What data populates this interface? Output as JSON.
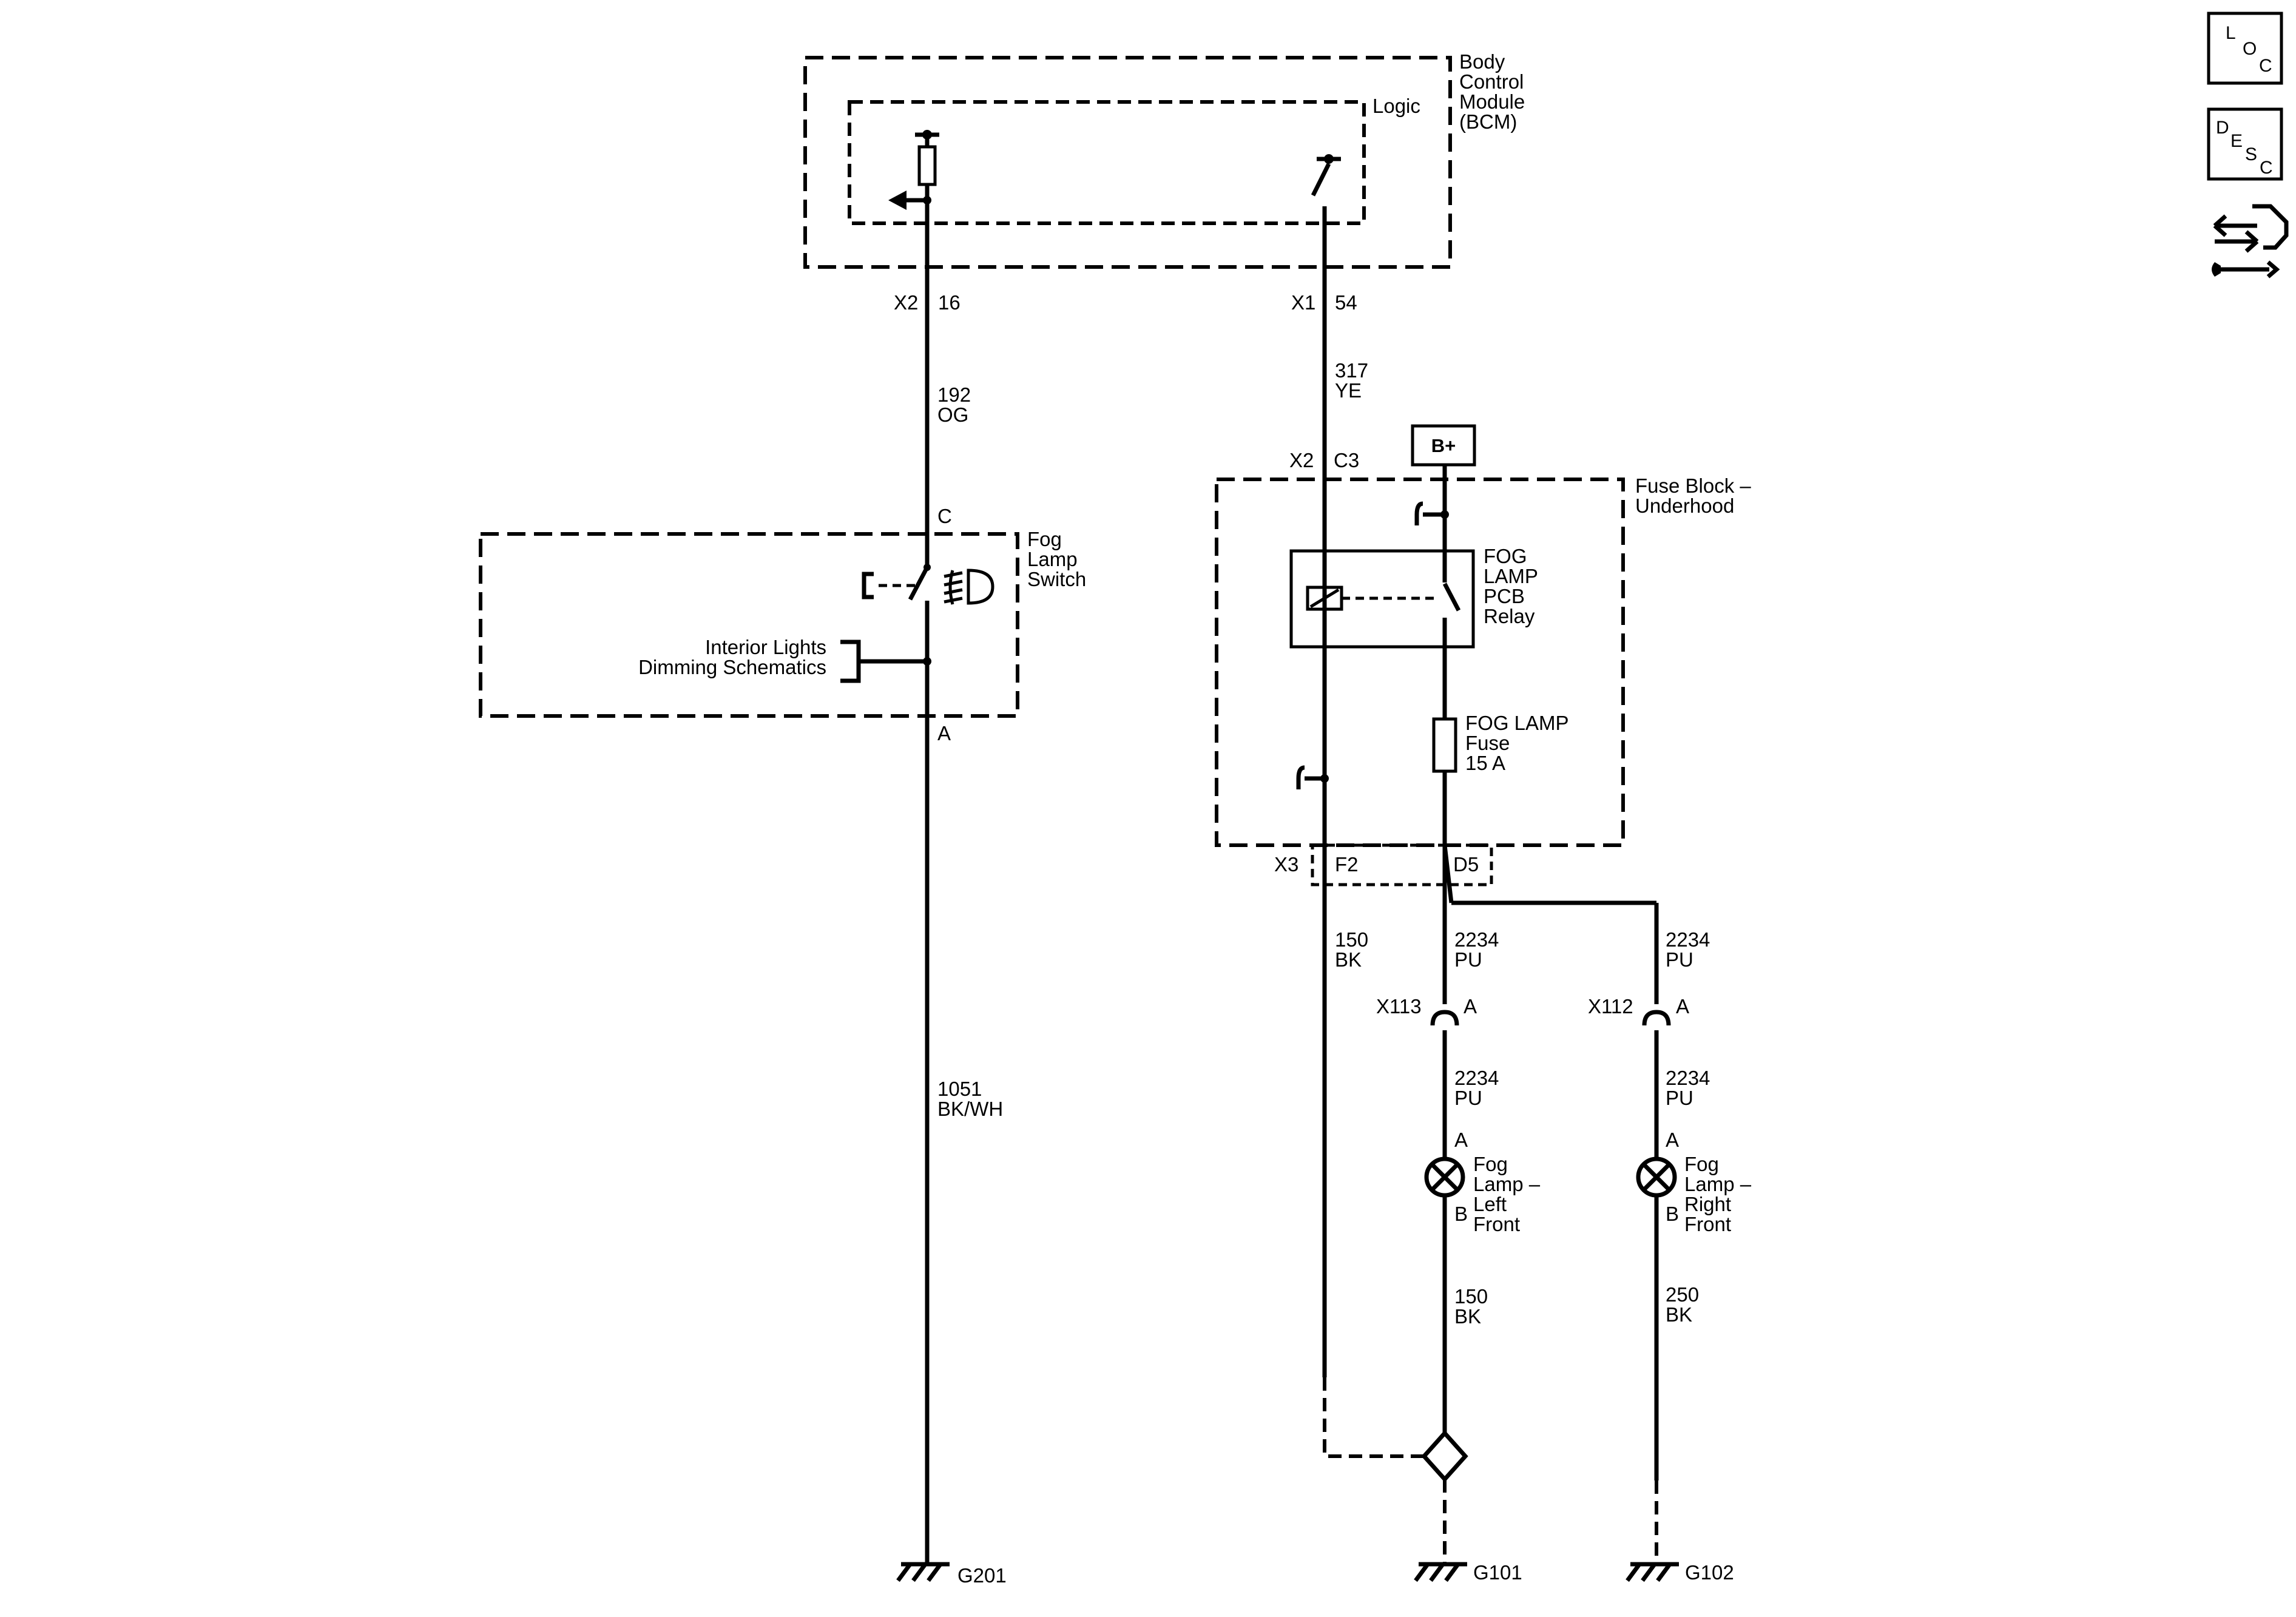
{
  "nav_icons": {
    "loc": [
      "L",
      "O",
      "C"
    ],
    "desc": [
      "D",
      "E",
      "S",
      "C"
    ],
    "connector_icon": "connector-wrench-icon"
  },
  "bcm": {
    "name_lines": [
      "Body",
      "Control",
      "Module",
      "(BCM)"
    ],
    "logic_label": "Logic",
    "pin_left_conn": "X2",
    "pin_left_num": "16",
    "pin_right_conn": "X1",
    "pin_right_num": "54"
  },
  "wires": {
    "w192": [
      "192",
      "OG"
    ],
    "w317": [
      "317",
      "YE"
    ],
    "w1051": [
      "1051",
      "BK/WH"
    ],
    "w150_a": [
      "150",
      "BK"
    ],
    "w2234_a": [
      "2234",
      "PU"
    ],
    "w2234_b": [
      "2234",
      "PU"
    ],
    "w2234_c": [
      "2234",
      "PU"
    ],
    "w2234_d": [
      "2234",
      "PU"
    ],
    "w150_b": [
      "150",
      "BK"
    ],
    "w250": [
      "250",
      "BK"
    ]
  },
  "fog_switch": {
    "name_lines": [
      "Fog",
      "Lamp",
      "Switch"
    ],
    "pin_top": "C",
    "pin_bottom": "A",
    "ref_lines": [
      "Interior Lights",
      "Dimming Schematics"
    ]
  },
  "fuse_block": {
    "name_lines": [
      "Fuse Block –",
      "Underhood"
    ],
    "battery": "B+",
    "conn_top": "X2",
    "pin_top": "C3",
    "relay_lines": [
      "FOG",
      "LAMP",
      "PCB",
      "Relay"
    ],
    "fuse_lines": [
      "FOG LAMP",
      "Fuse",
      "15 A"
    ],
    "conn_bottom": "X3",
    "pin_f2": "F2",
    "pin_d5": "D5"
  },
  "connectors": {
    "x113": "X113",
    "x113_pin": "A",
    "x112": "X112",
    "x112_pin": "A"
  },
  "lamps": {
    "left": {
      "pin_a": "A",
      "pin_b": "B",
      "name_lines": [
        "Fog",
        "Lamp –",
        "Left",
        "Front"
      ]
    },
    "right": {
      "pin_a": "A",
      "pin_b": "B",
      "name_lines": [
        "Fog",
        "Lamp –",
        "Right",
        "Front"
      ]
    }
  },
  "grounds": {
    "g201": "G201",
    "g101": "G101",
    "g102": "G102"
  }
}
